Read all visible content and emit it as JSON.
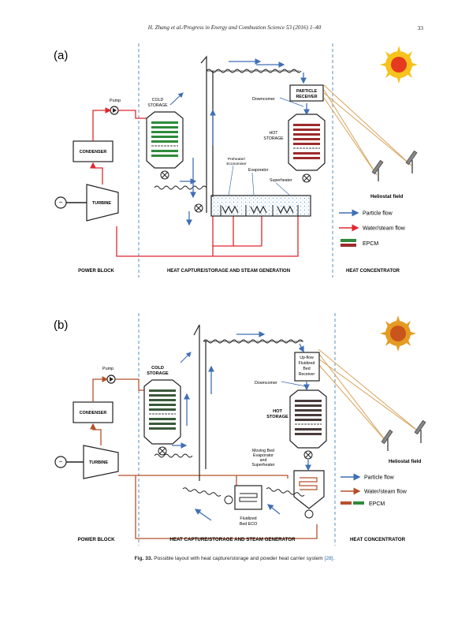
{
  "header": {
    "journal": "H. Zhang et al./Progress in Energy and Combustion Science 53 (2016) 1–40",
    "page_number": "33"
  },
  "panel_a": {
    "label": "(a)",
    "pump": "Pump",
    "condenser": "CONDENSER",
    "turbine": "TURBINE",
    "cold_storage": [
      "COLD",
      "STORAGE"
    ],
    "downcomer": "Downcomer",
    "particle_receiver": [
      "PARTICLE",
      "RECEIVER"
    ],
    "hot_storage": [
      "HOT",
      "STORAGE"
    ],
    "preheater": [
      "Preheater/",
      "Economiser"
    ],
    "evaporator": "Evaporator",
    "superheater": "Superheater",
    "heliostat": "Heliostat field",
    "legend": {
      "particle_flow": "Particle flow",
      "water_steam_flow": "Water/steam flow",
      "epcm": "EPCM"
    },
    "sections": {
      "power_block": "POWER BLOCK",
      "heat_capture": "HEAT CAPTURE/STORAGE AND STEAM GENERATION",
      "heat_concentrator": "HEAT CONCENTRATOR"
    }
  },
  "panel_b": {
    "label": "(b)",
    "pump": "Pump",
    "condenser": "CONDENSER",
    "turbine": "TURBINE",
    "cold_storage": [
      "COLD",
      "STORAGE"
    ],
    "downcomer": "Downcomer",
    "receiver": [
      "Up-flow",
      "Fluidized",
      "Bed",
      "Receiver"
    ],
    "hot_storage": [
      "HOT",
      "STORAGE"
    ],
    "moving_bed": [
      "Moving Bed",
      "Evaporator",
      "and",
      "Superheater"
    ],
    "fluidized_eco": [
      "Fluidized",
      "Bed ECO"
    ],
    "heliostat": "Heliostat field",
    "legend": {
      "particle_flow": "Particle flow",
      "water_steam_flow": "Water/steam flow",
      "epcm": "EPCM"
    },
    "sections": {
      "power_block": "POWER BLOCK",
      "heat_capture": "HEAT CAPTURE/STORAGE AND STEAM GENERATOR",
      "heat_concentrator": "HEAT CONCENTRATOR"
    }
  },
  "caption": {
    "fig_label": "Fig. 33.",
    "text": "Possible layout with heat capture/storage and powder heat carrier system",
    "ref": "[28]",
    "end": "."
  },
  "colors": {
    "particle": "#3f6fb5",
    "water_a": "#e0262d",
    "water_b": "#b5502a",
    "epcm_green": "#2f8a3b",
    "epcm_red": "#9c2b2b",
    "sun_core_a": "#e53a1f",
    "sun_rays_a": "#f6c21b",
    "sun_core_b": "#c9541c",
    "sun_rays_b": "#e59b22",
    "divider": "#5a8fbf",
    "beam": "#d8a25a"
  }
}
